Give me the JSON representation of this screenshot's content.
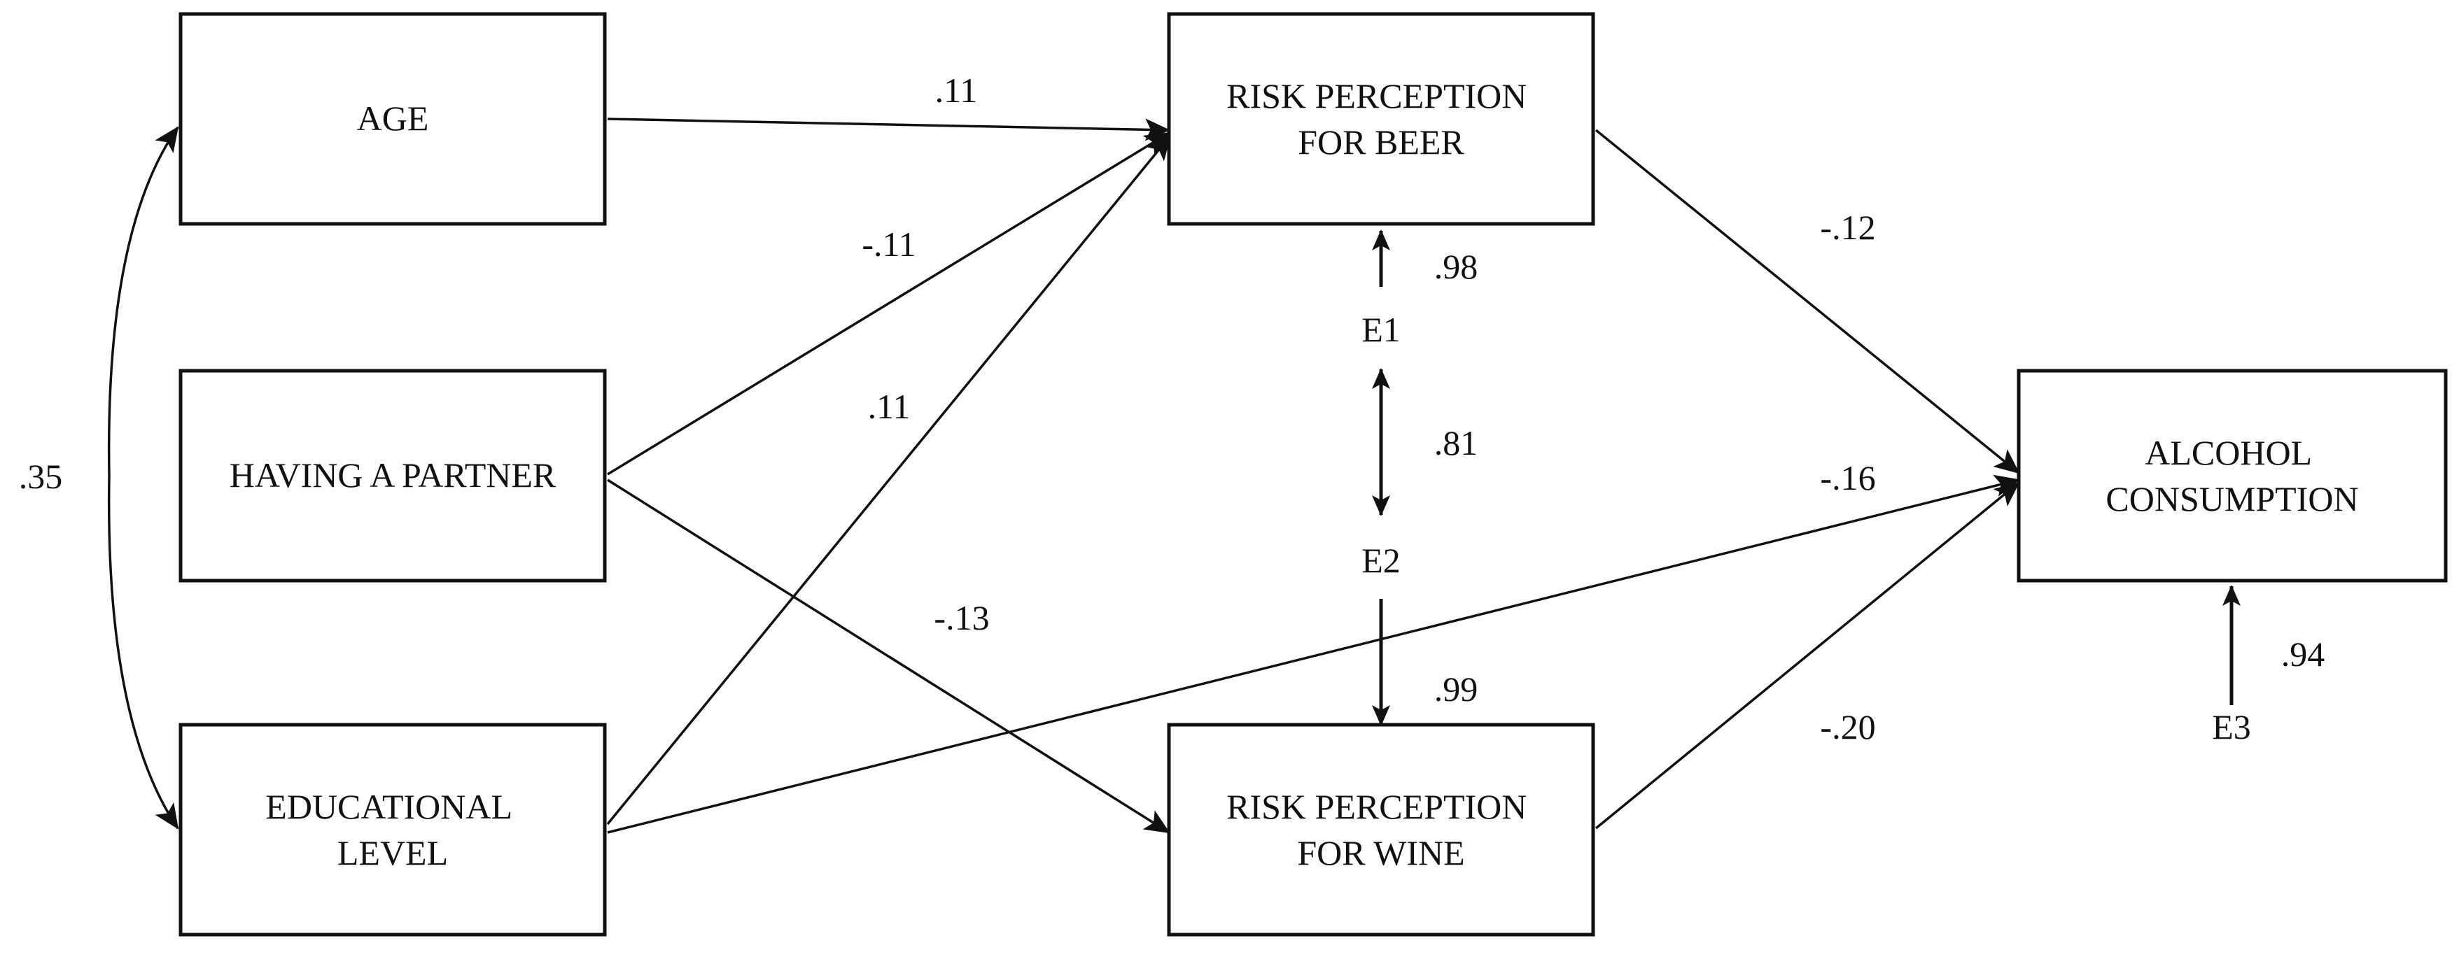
{
  "nodes": {
    "age": {
      "lines": [
        "AGE"
      ]
    },
    "partner": {
      "lines": [
        "HAVING A PARTNER"
      ]
    },
    "education": {
      "lines": [
        "EDUCATIONAL",
        "LEVEL"
      ]
    },
    "beer": {
      "lines": [
        "RISK PERCEPTION",
        "FOR BEER"
      ]
    },
    "wine": {
      "lines": [
        "RISK PERCEPTION",
        "FOR WINE"
      ]
    },
    "alcohol": {
      "lines": [
        "ALCOHOL",
        "CONSUMPTION"
      ]
    }
  },
  "errors": {
    "e1": "E1",
    "e2": "E2",
    "e3": "E3"
  },
  "coefficients": {
    "age_beer": ".11",
    "partner_beer": "-.11",
    "education_beer": ".11",
    "partner_wine": "-.13",
    "beer_alcohol": "-.12",
    "education_alcohol": "-.16",
    "wine_alcohol": "-.20",
    "age_education": ".35",
    "e1_beer": ".98",
    "e1_e2": ".81",
    "e2_wine": ".99",
    "e3_alcohol": ".94"
  }
}
